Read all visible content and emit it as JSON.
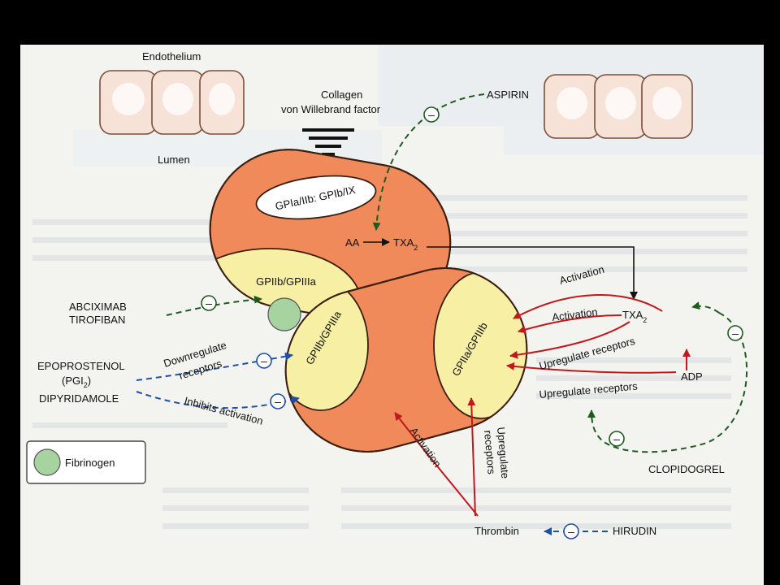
{
  "labels": {
    "endothelium": "Endothelium",
    "lumen": "Lumen",
    "collagen_l1": "Collagen",
    "collagen_l2": "von Willebrand factor",
    "aspirin": "ASPIRIN",
    "gpia_gpib": "GPIa/IIb: GPIb/IX",
    "aa": "AA",
    "txa2_main": "TXA",
    "txa2_sub": "2",
    "gpiib_upper": "GPIIb/GPIIIa",
    "gpiib_lower_left": "GPIIb/GPIIIa",
    "gpiia_lower_right": "GPIIa/GPIIIb",
    "abciximab": "ABCIXIMAB",
    "tirofiban": "TIROFIBAN",
    "epoprostenol": "EPOPROSTENOL",
    "pgi": "(PGI",
    "pgi_sub": "2",
    "pgi_close": ")",
    "dipyridamole": "DIPYRIDAMOLE",
    "downregulate": "Downregulate",
    "receptors": "receptors",
    "inhibits_activation": "Inhibits activation",
    "activation_top": "Activation",
    "activation_mid": "Activation",
    "txa2_right": "TXA",
    "txa2_right_sub": "2",
    "upregulate_receptors_1": "Upregulate receptors",
    "adp": "ADP",
    "upregulate_receptors_2": "Upregulate receptors",
    "clopidogrel": "CLOPIDOGREL",
    "activation_bottom": "Activation",
    "upregulate_l1": "Upregulate",
    "upregulate_l2": "receptors",
    "thrombin": "Thrombin",
    "hirudin": "HIRUDIN",
    "fibrinogen": "Fibrinogen",
    "minus": "–"
  },
  "colors": {
    "platelet": "#f08a5a",
    "receptor": "#f7f0a4",
    "fibrinogen": "#a7d3a0",
    "cell": "#f6e2d6",
    "red_arrow": "#c0181c",
    "green_dash": "#1f5a1f",
    "blue_dash": "#1f4fa6"
  }
}
